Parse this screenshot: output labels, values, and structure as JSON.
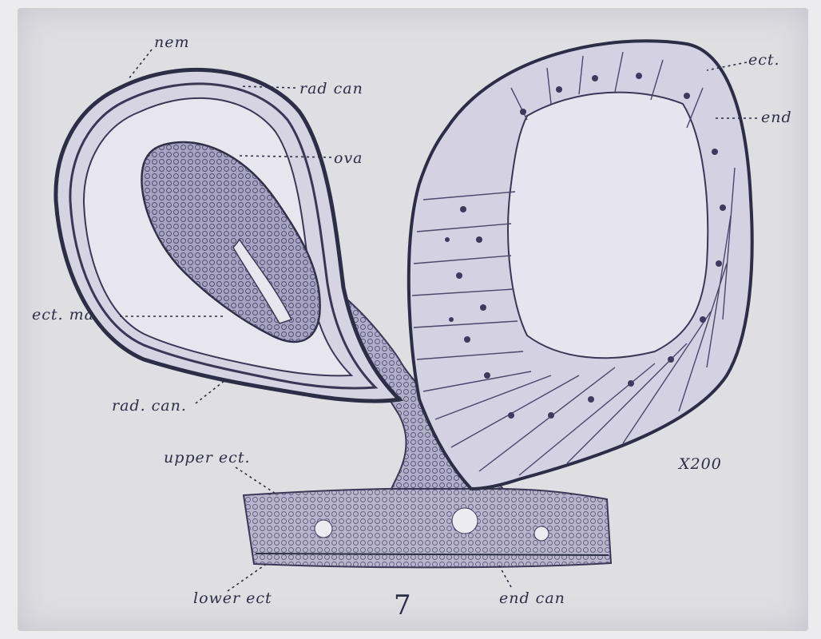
{
  "figure": {
    "number": "7",
    "magnification": "X200"
  },
  "labels": {
    "nem": "nem",
    "rad_can_top": "rad can",
    "ova": "ova",
    "ect_top": "ect.",
    "end": "end",
    "ect_ma": "ect. ma",
    "rad_can_bottom": "rad. can.",
    "upper_ect": "upper ect.",
    "lower_ect": "lower ect",
    "end_can": "end can"
  },
  "colors": {
    "paper": "#dfdee3",
    "ink": "#2d2d45",
    "tissue_fill": "#b7b3cc",
    "cell_fill": "#cfcbe0"
  }
}
